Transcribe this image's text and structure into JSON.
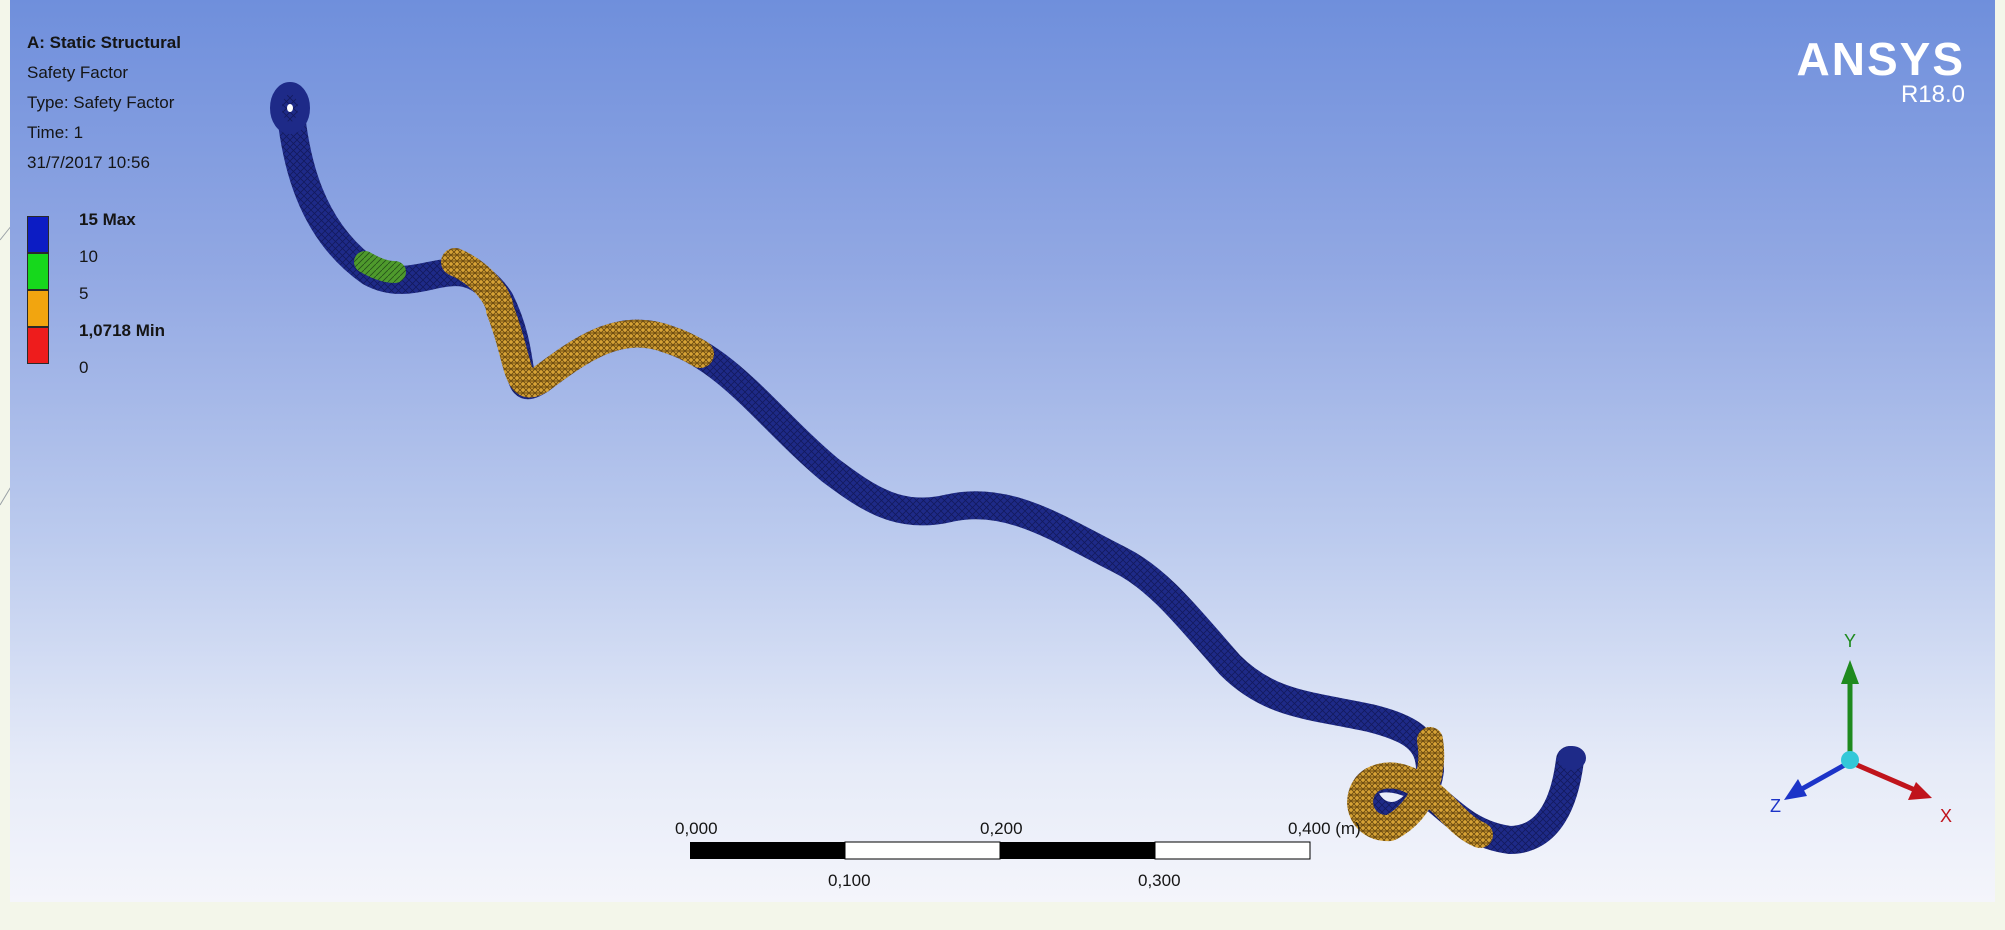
{
  "analysis": {
    "system": "A: Static Structural",
    "result": "Safety Factor",
    "type": "Type: Safety Factor",
    "time": "Time: 1",
    "timestamp": "31/7/2017 10:56"
  },
  "legend": {
    "items": [
      {
        "label": "15 Max",
        "color": "#0c1cc4",
        "bold": true
      },
      {
        "label": "10",
        "color": "#16d81c",
        "bold": false
      },
      {
        "label": "5",
        "color": "#f2a50f",
        "bold": false
      },
      {
        "label": "1,0718 Min",
        "color": "#ee1c1c",
        "bold": true
      },
      {
        "label": "0",
        "color": null,
        "bold": false
      }
    ]
  },
  "brand": {
    "name": "ANSYS",
    "version": "R18.0"
  },
  "scale_bar": {
    "top_labels": [
      "0,000",
      "0,200",
      "0,400 (m)"
    ],
    "bottom_labels": [
      "0,100",
      "0,300"
    ]
  },
  "triad": {
    "x": "X",
    "y": "Y",
    "z": "Z"
  },
  "colors": {
    "mesh_blue": "#1e2a88",
    "mesh_orange": "#c9952a",
    "mesh_green": "#4e9a2c",
    "axis_x": "#c0141c",
    "axis_y": "#1e8a1e",
    "axis_z": "#1c34c8",
    "origin": "#33c8d8"
  }
}
